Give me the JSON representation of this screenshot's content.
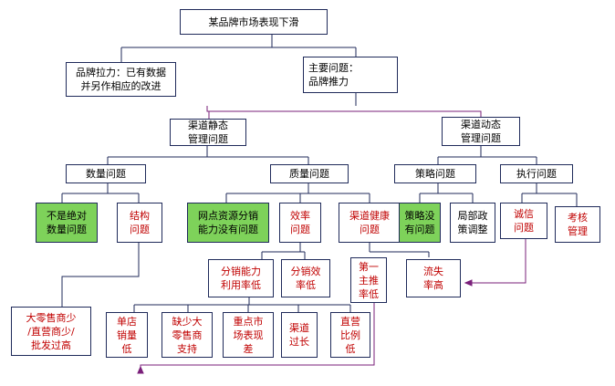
{
  "colors": {
    "line": "#1f2a5a",
    "purple": "#7a1f7a",
    "red_text": "#c00000",
    "green_fill": "#7ed25a"
  },
  "nodes": {
    "root": "某品牌市场表现下滑",
    "brand_pull": "品牌拉力：已有数据\n并另作相应的改进",
    "main_issue": "主要问题：\n品牌推力",
    "channel_static": "渠道静态\n管理问题",
    "channel_dynamic": "渠道动态\n管理问题",
    "quantity": "数量问题",
    "quality": "质量问题",
    "strategy": "策略问题",
    "execution": "执行问题",
    "not_absolute": "不是绝对\n数量问题",
    "structure": "结构\n问题",
    "network_dist": "网点资源分销\n能力没有问题",
    "efficiency": "效率\n问题",
    "channel_health": "渠道健康\n问题",
    "strategy_ok": "策略没\n有问题",
    "local_policy": "局部政\n策调整",
    "integrity": "诚信\n问题",
    "assessment": "考核\n管理",
    "dist_capacity": "分销能力\n利用率低",
    "dist_efficiency": "分销效\n率低",
    "first_push": "第一\n主推\n率低",
    "churn": "流失\n率高",
    "retailers": "大零售商少\n/直营商少/\n批发过高",
    "store_sales": "单店\n销量\n低",
    "lack_retail": "缺少大\n零售商\n支持",
    "key_market": "重点市\n场表现\n差",
    "channel_long": "渠道\n过长",
    "direct_low": "直营\n比例\n低"
  }
}
